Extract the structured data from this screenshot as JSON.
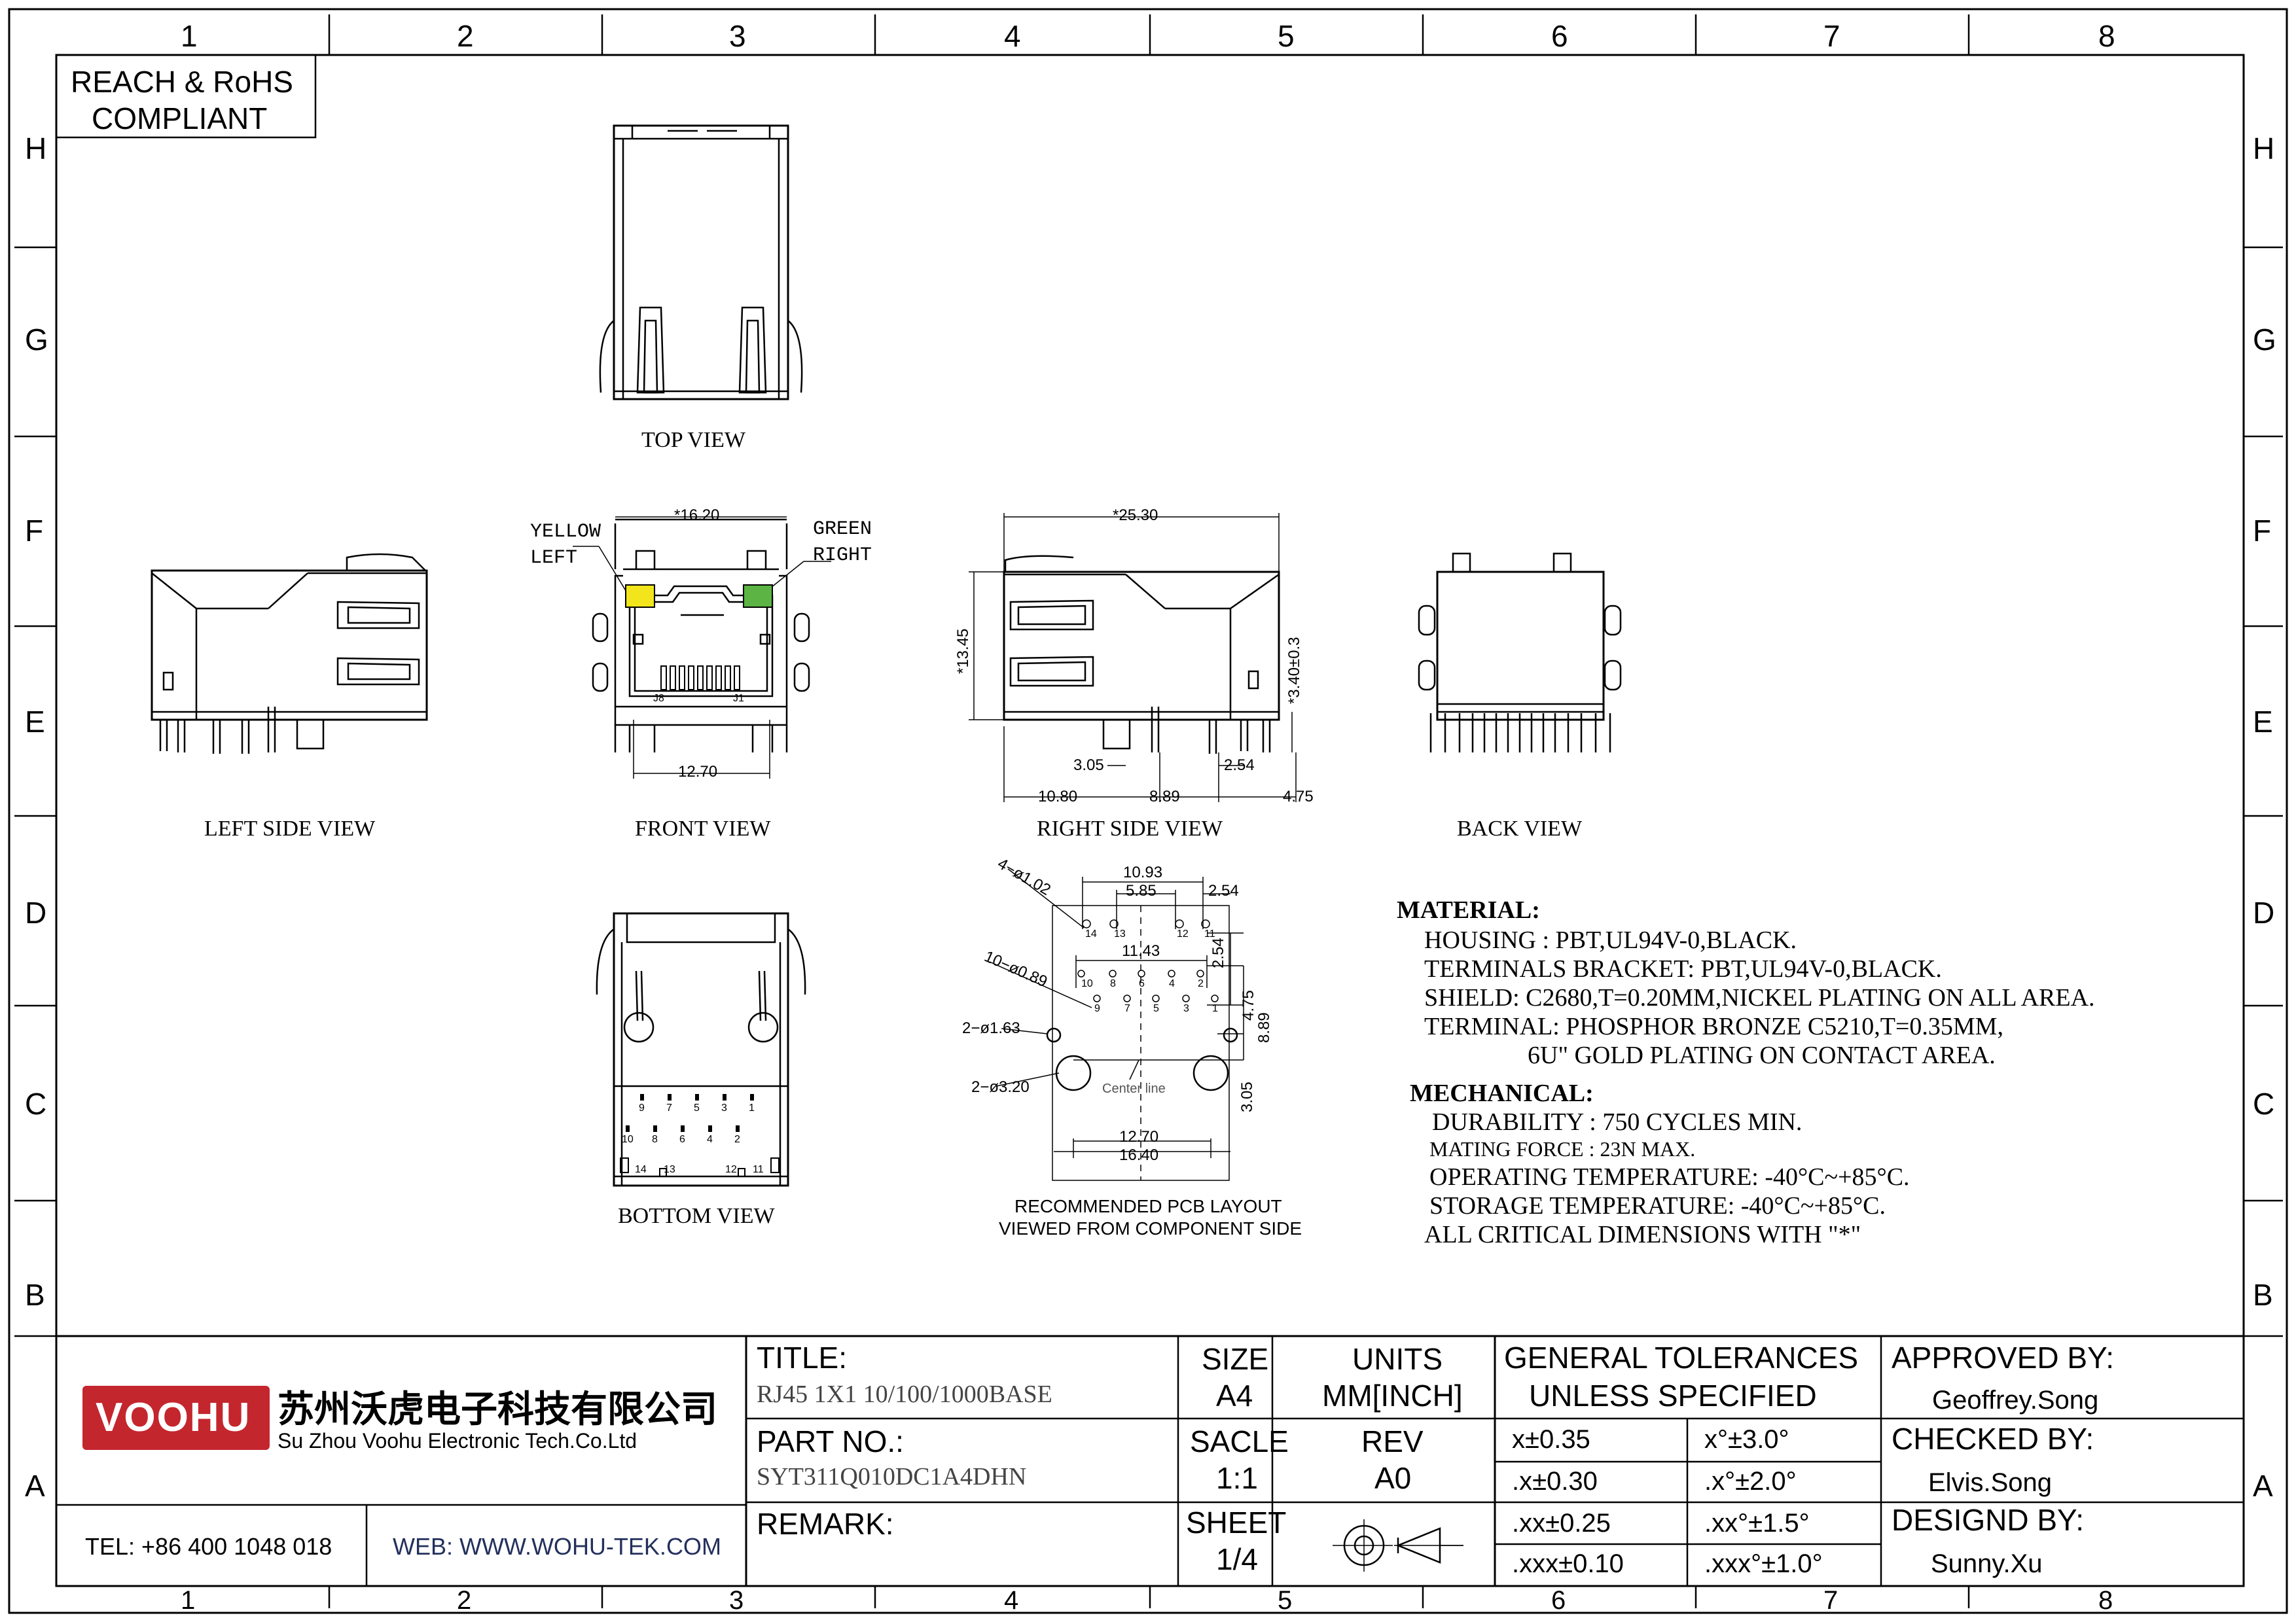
{
  "grid": {
    "columns": [
      "1",
      "2",
      "3",
      "4",
      "5",
      "6",
      "7",
      "8"
    ],
    "rows": [
      "H",
      "G",
      "F",
      "E",
      "D",
      "C",
      "B",
      "A"
    ]
  },
  "compliance": {
    "line1": "REACH & RoHS",
    "line2": "COMPLIANT"
  },
  "views": {
    "top": "TOP VIEW",
    "left": "LEFT SIDE VIEW",
    "front": "FRONT VIEW",
    "right": "RIGHT SIDE VIEW",
    "back": "BACK VIEW",
    "bottom": "BOTTOM VIEW",
    "pcb_line1": "RECOMMENDED PCB LAYOUT",
    "pcb_line2": "VIEWED FROM COMPONENT SIDE"
  },
  "front_labels": {
    "yellow": "YELLOW",
    "left": "LEFT",
    "green": "GREEN",
    "right": "RIGHT",
    "j8": "J8",
    "j1": "J1",
    "width": "*16.20",
    "pitch": "12.70"
  },
  "colors": {
    "led_yellow": "#f2e51c",
    "led_green": "#5bb443",
    "brand_red": "#c4262e"
  },
  "right_dims": {
    "length": "*25.30",
    "height": "*13.45",
    "standoff": "*3.40±0.3",
    "d1": "3.05",
    "d2": "2.54",
    "d3": "10.80",
    "d4": "8.89",
    "d5": "4.75"
  },
  "pcb_dims": {
    "a": "10.93",
    "b": "5.85",
    "c": "2.54",
    "d": "11.43",
    "e": "2.54",
    "f": "4.75",
    "g": "8.89",
    "h": "3.05",
    "i": "12.70",
    "j": "16.40",
    "h14": "4−ø1.02",
    "h10": "10−ø0.89",
    "h2a": "2−ø1.63",
    "h2b": "2−ø3.20",
    "center": "Center line"
  },
  "pcb_pins": [
    "14",
    "13",
    "12",
    "11",
    "10",
    "8",
    "6",
    "4",
    "2",
    "9",
    "7",
    "5",
    "3",
    "1"
  ],
  "bottom_pins": {
    "row1": [
      "9",
      "7",
      "5",
      "3",
      "1"
    ],
    "row2": [
      "10",
      "8",
      "6",
      "4",
      "2"
    ],
    "row3": [
      "14",
      "13",
      "12",
      "11"
    ]
  },
  "material": {
    "heading": "MATERIAL:",
    "lines": [
      "HOUSING : PBT,UL94V-0,BLACK.",
      "TERMINALS BRACKET: PBT,UL94V-0,BLACK.",
      "SHIELD: C2680,T=0.20MM,NICKEL PLATING ON ALL AREA.",
      "TERMINAL: PHOSPHOR BRONZE C5210,T=0.35MM,",
      "6U\" GOLD PLATING ON CONTACT AREA."
    ]
  },
  "mechanical": {
    "heading": "MECHANICAL:",
    "lines": [
      "DURABILITY : 750 CYCLES MIN.",
      "MATING FORCE : 23N MAX.",
      "OPERATING TEMPERATURE: -40°C~+85°C.",
      "STORAGE TEMPERATURE: -40°C~+85°C.",
      "ALL CRITICAL DIMENSIONS WITH \"*\""
    ]
  },
  "title_block": {
    "logo": "VOOHU",
    "company_cn": "苏州沃虎电子科技有限公司",
    "company_en": "Su Zhou Voohu Electronic Tech.Co.Ltd",
    "tel": "TEL: +86 400 1048 018",
    "web": "WEB: WWW.WOHU-TEK.COM",
    "title_label": "TITLE:",
    "title_value": "RJ45 1X1 10/100/1000BASE",
    "part_label": "PART NO.:",
    "part_value": "SYT311Q010DC1A4DHN",
    "remark_label": "REMARK:",
    "size_label": "SIZE",
    "size_value": "A4",
    "units_label": "UNITS",
    "units_value": "MM[INCH]",
    "scale_label": "SACLE",
    "scale_value": "1:1",
    "rev_label": "REV",
    "rev_value": "A0",
    "sheet_label": "SHEET",
    "sheet_value": "1/4",
    "tol_line1": "GENERAL TOLERANCES",
    "tol_line2": "UNLESS SPECIFIED",
    "tolerances": [
      [
        "x±0.35",
        "x°±3.0°"
      ],
      [
        ".x±0.30",
        ".x°±2.0°"
      ],
      [
        ".xx±0.25",
        ".xx°±1.5°"
      ],
      [
        ".xxx±0.10",
        ".xxx°±1.0°"
      ]
    ],
    "approved_label": "APPROVED BY:",
    "approved_value": "Geoffrey.Song",
    "checked_label": "CHECKED BY:",
    "checked_value": "Elvis.Song",
    "design_label": "DESIGND BY:",
    "design_value": "Sunny.Xu"
  }
}
